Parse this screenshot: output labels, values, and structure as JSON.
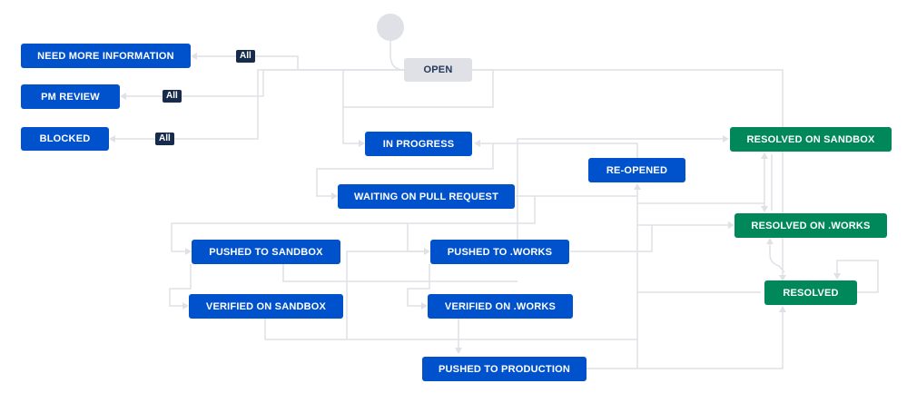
{
  "diagram": {
    "transition_badge": "All",
    "colors": {
      "todo": "#dfe1e6",
      "in_progress": "#0052cc",
      "done": "#00875a",
      "edge": "#dfe1e6",
      "badge": "#172b4d"
    },
    "statuses": {
      "open": "OPEN",
      "need_more_information": "NEED MORE INFORMATION",
      "pm_review": "PM REVIEW",
      "blocked": "BLOCKED",
      "in_progress": "IN PROGRESS",
      "waiting_on_pull_request": "WAITING ON PULL REQUEST",
      "re_opened": "RE-OPENED",
      "pushed_to_sandbox": "PUSHED TO SANDBOX",
      "pushed_to_works": "PUSHED TO .WORKS",
      "verified_on_sandbox": "VERIFIED ON SANDBOX",
      "verified_on_works": "VERIFIED ON .WORKS",
      "pushed_to_production": "PUSHED TO PRODUCTION",
      "resolved_on_sandbox": "RESOLVED ON SANDBOX",
      "resolved_on_works": "RESOLVED ON .WORKS",
      "resolved": "RESOLVED"
    }
  }
}
